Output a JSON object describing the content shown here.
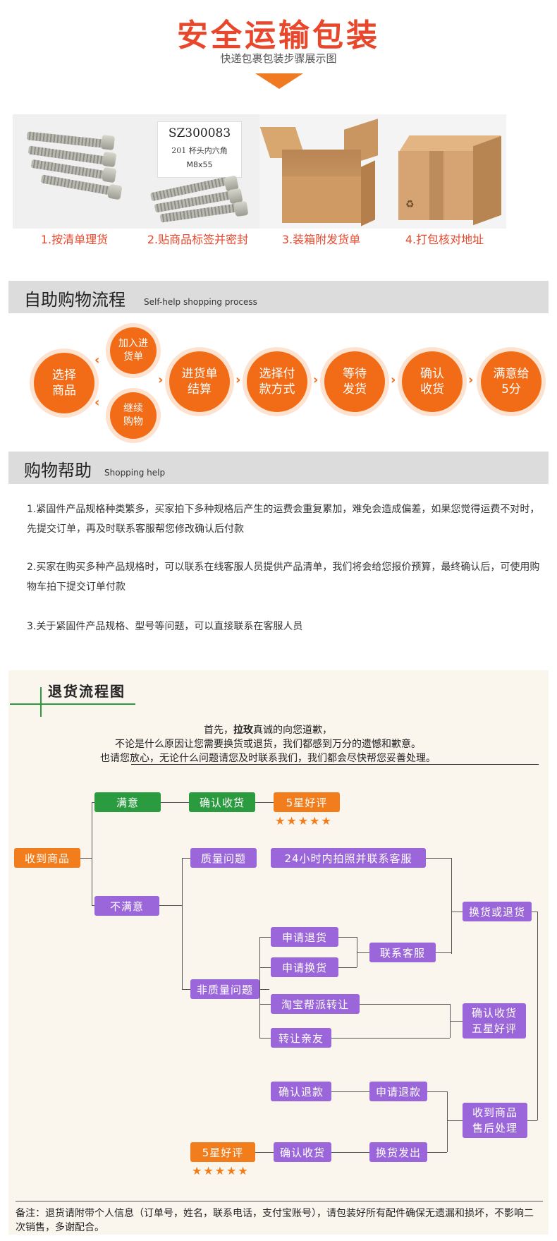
{
  "packaging": {
    "title": "安全运输包装",
    "subtitle": "快递包裹包装步骤展示图",
    "steps": [
      {
        "caption": "1.按清单理货"
      },
      {
        "caption": "2.贴商品标签并密封"
      },
      {
        "caption": "3.装箱附发货单"
      },
      {
        "caption": "4.打包核对地址"
      }
    ],
    "label": {
      "code": "SZ300083",
      "line2": "201 杯头内六角",
      "line3": "M8x55"
    },
    "recycle_icon": "♻"
  },
  "process": {
    "title_cn": "自助购物流程",
    "title_en": "Self-help shopping process",
    "steps": {
      "choose": "选择商品",
      "add_cart": "加入进货单",
      "continue": "继续购物",
      "checkout": "进货单结算",
      "pay": "选择付款方式",
      "wait": "等待发货",
      "confirm": "确认收货",
      "rate": "满意给5分"
    }
  },
  "help": {
    "title_cn": "购物帮助",
    "title_en": "Shopping help",
    "paragraphs": [
      "1.紧固件产品规格种类繁多，买家拍下多种规格后产生的运费会重复累加，难免会造成偏差，如果您觉得运费不对时，先提交订单，再及时联系客服帮您修改确认后付款",
      "2.买家在购买多种产品规格时，可以联系在线客服人员提供产品清单，我们将会给您报价预算，最终确认后，可使用购物车拍下提交订单付款",
      "3.关于紧固件产品规格、型号等问题，可以直接联系在客服人员"
    ]
  },
  "returns": {
    "title": "退货流程图",
    "intro_1a": "首先，",
    "intro_1b": "拉玫",
    "intro_1c": "真诚的向您道歉，",
    "intro_2": "不论是什么原因让您需要换货或退货，我们都感到万分的遗憾和歉意。",
    "intro_3": "也请您放心，无论什么问题请您及时联系我们，我们都会尽快帮您妥善处理。",
    "nodes": {
      "received": "收到商品",
      "satisfied": "满意",
      "confirm_receipt": "确认收货",
      "five_star": "5星好评",
      "unsatisfied": "不满意",
      "quality": "质量问题",
      "photo_contact": "24小时内拍照并联系客服",
      "exchange_or_return": "换货或退货",
      "non_quality": "非质量问题",
      "apply_return": "申请退货",
      "apply_exchange": "申请换货",
      "contact_service": "联系客服",
      "taobao_transfer": "淘宝帮派转让",
      "transfer_friend": "转让亲友",
      "confirm_five_star_1": "确认收货",
      "confirm_five_star_2": "五星好评",
      "confirm_refund": "确认退款",
      "apply_refund": "申请退款",
      "after_sale_1": "收到商品",
      "after_sale_2": "售后处理",
      "five_star_2": "5星好评",
      "confirm_receipt_2": "确认收货",
      "exchange_ship": "换货发出"
    },
    "stars": "★★★★★",
    "note": "备注：退货请附带个人信息（订单号，姓名，联系电话，支付宝账号），请包装好所有配件确保无遗漏和损坏，不影响二次销售，多谢配合。"
  }
}
